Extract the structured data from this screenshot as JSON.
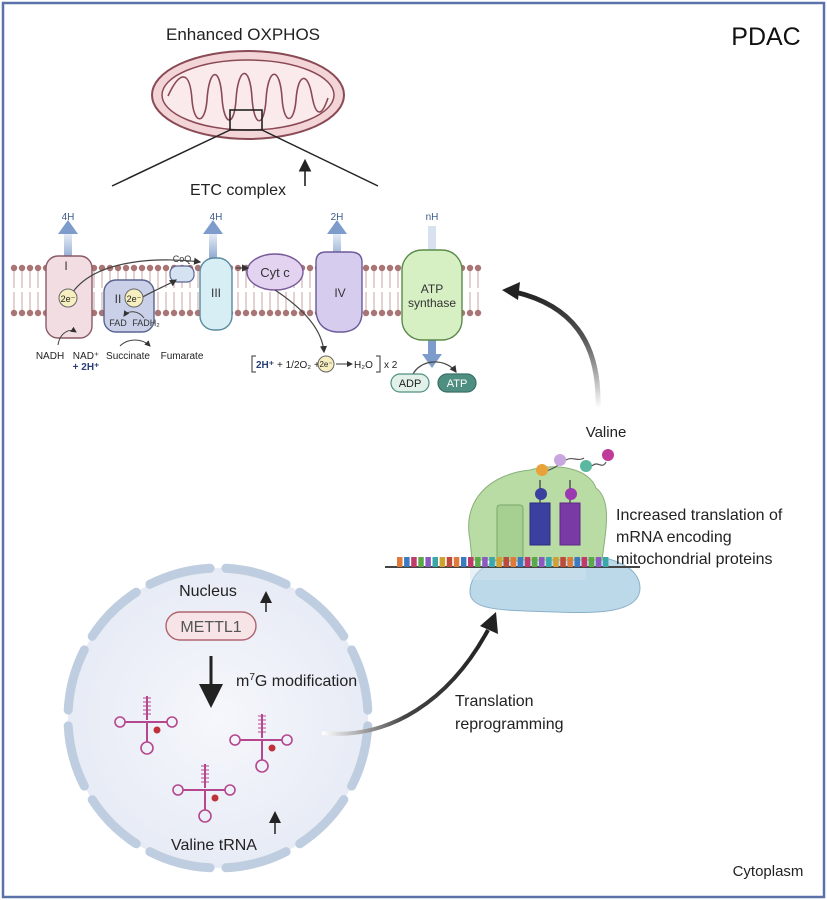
{
  "title": "Enhanced OXPHOS",
  "region_label": "PDAC",
  "cytoplasm_label": "Cytoplasm",
  "etc_label": "ETC complex",
  "complexes": {
    "c1": "I",
    "c2": "II",
    "c3": "III",
    "c4": "IV",
    "cytc": "Cyt c",
    "coq": "CoQ",
    "atp_synthase_line1": "ATP",
    "atp_synthase_line2": "synthase"
  },
  "protons": {
    "c1": "4H",
    "c3": "4H",
    "c4": "2H",
    "atp": "nH"
  },
  "electron": "2e⁻",
  "substrates": {
    "nadh": "NADH",
    "nad": "NAD⁺",
    "plus_2h": "+ 2H⁺",
    "succinate": "Succinate",
    "fumarate": "Fumarate",
    "fad": "FAD",
    "fadh2": "FADH₂"
  },
  "reaction": {
    "part1": "2H⁺",
    "part2": "+ 1/2O₂ +",
    "part3": "H₂O",
    "part4": "x 2"
  },
  "atp_products": {
    "adp": "ADP",
    "atp": "ATP"
  },
  "valine": "Valine",
  "translation_text": [
    "Increased translation of",
    "mRNA encoding",
    "mitochondrial proteins"
  ],
  "reprogramming_text": [
    "Translation",
    "reprogramming"
  ],
  "nucleus": {
    "label": "Nucleus",
    "enzyme": "METTL1",
    "modification_sup": "7",
    "modification_pre": "m",
    "modification_post": "G modification",
    "trna_label": "Valine tRNA"
  },
  "colors": {
    "frame": "#5a72a8",
    "proton_arrow": "#7d9bcb",
    "complex1": "#f2dde3",
    "complex2": "#c9d0e8",
    "complex3": "#d8eef5",
    "complex4": "#d6cdee",
    "cytc": "#e3d3f0",
    "atp_synthase": "#d6f0c4",
    "electron": "#f7efbf",
    "adp": "#e2f0ea",
    "atp": "#4f8f82",
    "mito_fill": "#f3d5d8",
    "mito_stroke": "#8a4a55",
    "nucleus_fill": "#eef0f8",
    "nuclear_envelope": "#bfcde0",
    "trna": "#b5478f",
    "ribosome_large": "#b9dca5",
    "ribosome_small": "#bcd9ea"
  }
}
